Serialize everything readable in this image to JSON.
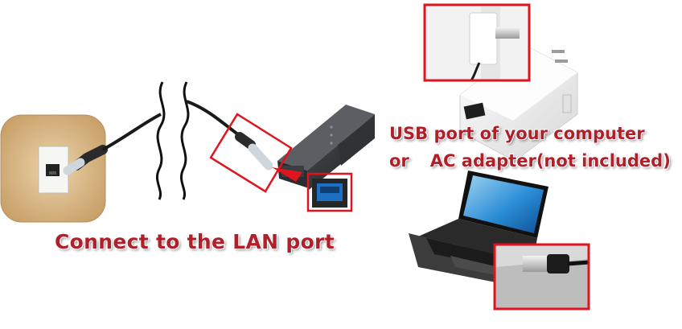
{
  "captions": {
    "lan": "Connect to the LAN port",
    "usb_line1": "USB port of your computer",
    "usb_line2_a": "or",
    "usb_line2_b": "AC adapter(not included)"
  },
  "colors": {
    "highlight": "#e0141e",
    "caption_text": "#b0202a",
    "wall_plate": "#d9b98a",
    "router_body": "#2e3134",
    "cable": "#1a1a1a"
  },
  "icons": [
    "wall-jack-icon",
    "lan-cable-icon",
    "router-icon",
    "ac-adapter-icon",
    "laptop-icon",
    "usb-plug-icon"
  ]
}
